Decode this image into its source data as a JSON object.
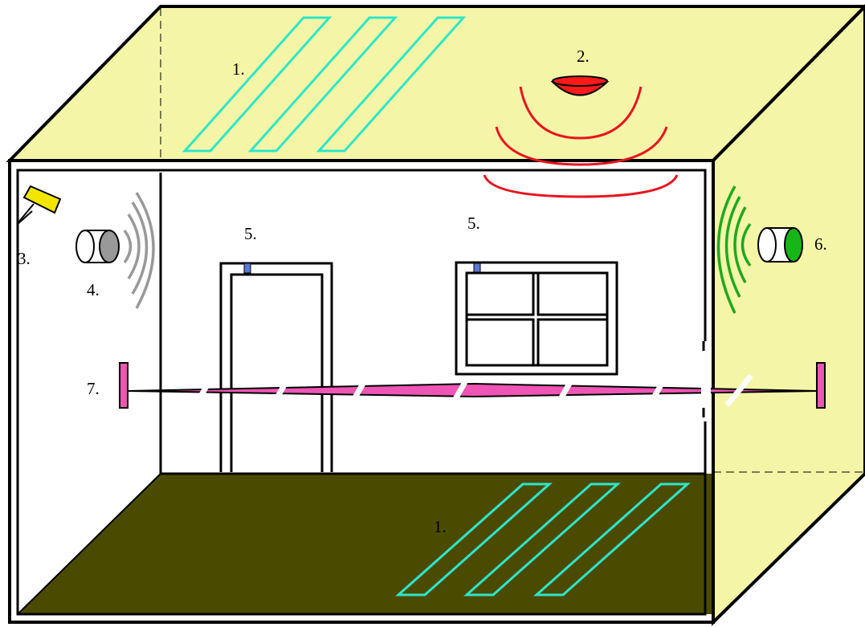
{
  "labels": {
    "ceiling_strips": "1.",
    "ceiling_sensor": "2.",
    "camera": "3.",
    "sensor_grey": "4.",
    "door_contact": "5.",
    "window_contact": "5.",
    "sensor_green": "6.",
    "light_barrier": "7.",
    "floor_strips": "1."
  },
  "colors": {
    "wall_yellow": "#F5F5A8",
    "floor": "#4B4B00",
    "strip": "#2EE6C8",
    "ceiling_sensor": "#FF1A1A",
    "wave_red": "#E8141E",
    "wave_grey": "#999999",
    "wave_green": "#1EA81E",
    "camera": "#F2E600",
    "beam": "#EE55B4",
    "contact_blue": "#5A78D2"
  }
}
